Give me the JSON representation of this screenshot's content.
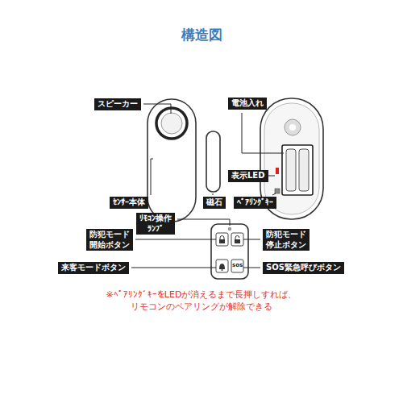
{
  "diagram": {
    "title": "構造図",
    "nodes": [
      {
        "text": [
          "スピーカー"
        ]
      },
      {
        "text": [
          "電池入れ"
        ]
      },
      {
        "text": [
          "表示LED"
        ]
      },
      {
        "text": [
          "ｾﾝｻｰ本体"
        ]
      },
      {
        "text": [
          "磁石"
        ]
      },
      {
        "text": [
          "ﾍﾟｱﾘﾝｸﾞｷｰ"
        ]
      },
      {
        "text": [
          "ﾘﾓｺﾝ操作 ﾗﾝﾌﾟ"
        ]
      },
      {
        "text": [
          "防犯モード 開始ボタン"
        ]
      },
      {
        "text": [
          "防犯モード 停止ボタン"
        ]
      },
      {
        "text": [
          "来客モードボタン"
        ]
      },
      {
        "text": [
          "SOS緊急呼びボタン"
        ]
      }
    ],
    "labels": [
      "sos",
      "※ﾍﾟｱﾘﾝｸﾞｷｰをLEDが消えるまで長押しすれば、",
      "リモコンのペアリングが解除できる"
    ]
  }
}
